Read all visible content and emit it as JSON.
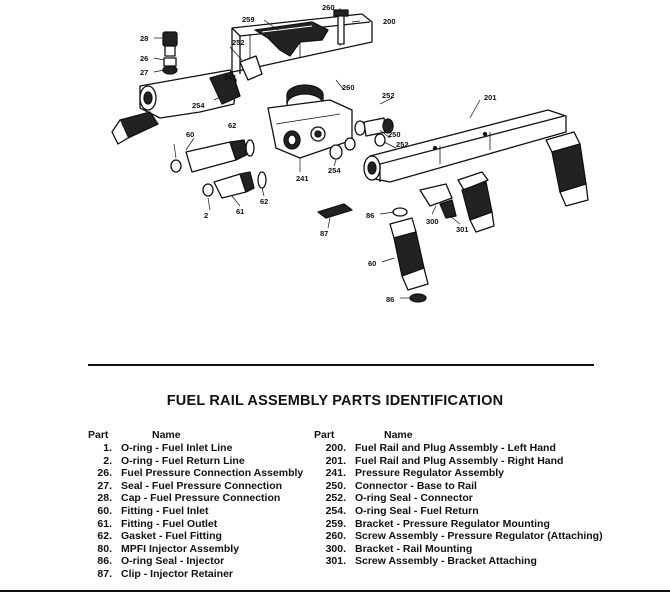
{
  "callouts": {
    "c260": "260",
    "c259": "259",
    "c200": "200",
    "c28": "28",
    "c26": "26",
    "c27": "27",
    "c252a": "252",
    "c241a": "241",
    "c254a": "254",
    "c260b": "260",
    "c201": "201",
    "c252b": "252",
    "c250": "250",
    "c252c": "252",
    "c62a": "62",
    "c60a": "60",
    "c2": "2",
    "c61": "61",
    "c62b": "62",
    "c241b": "241",
    "c254b": "254",
    "c86a": "86",
    "c300": "300",
    "c301": "301",
    "c87": "87",
    "c60b": "60",
    "c86b": "86"
  },
  "parts_table": {
    "title": "FUEL RAIL ASSEMBLY PARTS IDENTIFICATION",
    "part_header": "Part",
    "name_header": "Name",
    "left": [
      {
        "part": "1.",
        "name": "O-ring - Fuel Inlet Line"
      },
      {
        "part": "2.",
        "name": "O-ring - Fuel Return Line"
      },
      {
        "part": "26.",
        "name": "Fuel Pressure Connection Assembly"
      },
      {
        "part": "27.",
        "name": "Seal - Fuel Pressure Connection"
      },
      {
        "part": "28.",
        "name": "Cap - Fuel Pressure Connection"
      },
      {
        "part": "60.",
        "name": "Fitting - Fuel Inlet"
      },
      {
        "part": "61.",
        "name": "Fitting - Fuel Outlet"
      },
      {
        "part": "62.",
        "name": "Gasket - Fuel Fitting"
      },
      {
        "part": "80.",
        "name": "MPFI Injector Assembly"
      },
      {
        "part": "86.",
        "name": "O-ring Seal - Injector"
      },
      {
        "part": "87.",
        "name": "Clip - Injector Retainer"
      }
    ],
    "right": [
      {
        "part": "200.",
        "name": "Fuel Rail and Plug Assembly - Left Hand"
      },
      {
        "part": "201.",
        "name": "Fuel Rail and Plug Assembly - Right Hand"
      },
      {
        "part": "241.",
        "name": "Pressure Regulator Assembly"
      },
      {
        "part": "250.",
        "name": "Connector - Base to Rail"
      },
      {
        "part": "252.",
        "name": "O-ring Seal - Connector"
      },
      {
        "part": "254.",
        "name": "O-ring Seal - Fuel Return"
      },
      {
        "part": "259.",
        "name": "Bracket - Pressure Regulator Mounting"
      },
      {
        "part": "260.",
        "name": "Screw Assembly - Pressure Regulator (Attaching)"
      },
      {
        "part": "300.",
        "name": "Bracket - Rail Mounting"
      },
      {
        "part": "301.",
        "name": "Screw Assembly - Bracket Attaching"
      }
    ]
  }
}
